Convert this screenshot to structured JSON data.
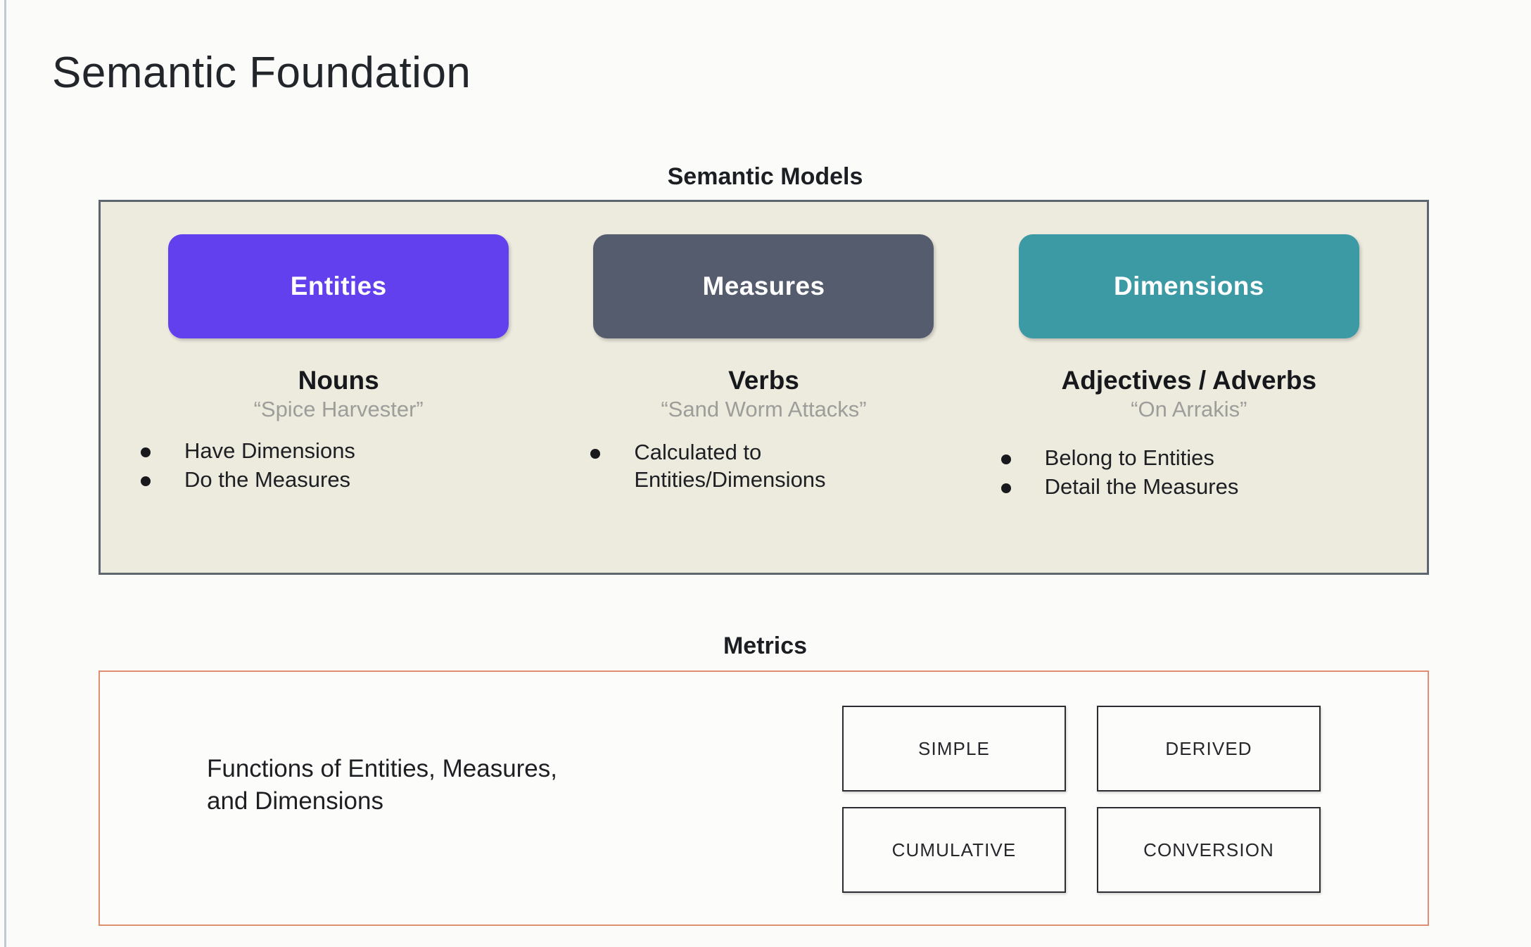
{
  "slide": {
    "title": "Semantic Foundation",
    "background_color": "#fbfbf9"
  },
  "semantic_models": {
    "heading": "Semantic Models",
    "panel_bg_color": "#edeade",
    "panel_border_color": "#5d6570",
    "columns": [
      {
        "pill_label": "Entities",
        "pill_color": "#6240ed",
        "part_of_speech": "Nouns",
        "example": "“Spice Harvester”",
        "bullets": [
          "Have Dimensions",
          "Do the Measures"
        ]
      },
      {
        "pill_label": "Measures",
        "pill_color": "#545c6e",
        "part_of_speech": "Verbs",
        "example": "“Sand Worm Attacks”",
        "bullets": [
          "Calculated to\nEntities/Dimensions"
        ]
      },
      {
        "pill_label": "Dimensions",
        "pill_color": "#3c9aa5",
        "part_of_speech": "Adjectives / Adverbs",
        "example": "“On Arrakis”",
        "bullets": [
          "Belong to Entities",
          "Detail the Measures"
        ]
      }
    ]
  },
  "metrics": {
    "heading": "Metrics",
    "panel_border_color": "#e08d72",
    "description": "Functions of Entities, Measures,\nand Dimensions",
    "types": [
      "SIMPLE",
      "DERIVED",
      "CUMULATIVE",
      "CONVERSION"
    ]
  }
}
